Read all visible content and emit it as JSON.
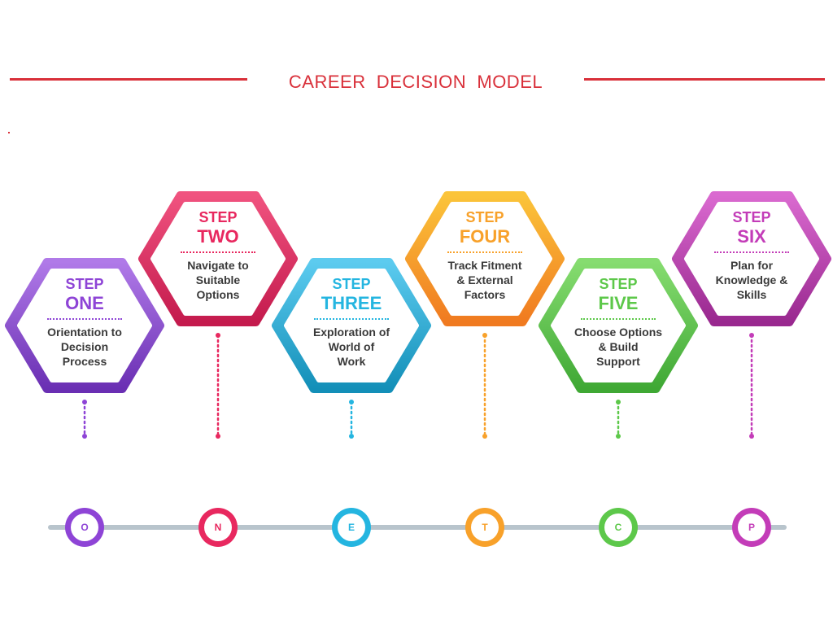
{
  "title": "CAREER  DECISION  MODEL",
  "colors": {
    "title": "#d9303a",
    "timeline": "#b8c4cc",
    "desc_text": "#3a3a3a"
  },
  "steps": [
    {
      "word": "STEP",
      "num": "ONE",
      "desc": [
        "Orientation to",
        "Decision",
        "Process"
      ],
      "letter": "O",
      "color_main": "#8e44d6",
      "color_dark": "#6a2fb3",
      "color_light": "#b07ae8"
    },
    {
      "word": "STEP",
      "num": "TWO",
      "desc": [
        "Navigate to",
        "Suitable",
        "Options"
      ],
      "letter": "N",
      "color_main": "#e8285f",
      "color_dark": "#c41a4d",
      "color_light": "#f0537f"
    },
    {
      "word": "STEP",
      "num": "THREE",
      "desc": [
        "Exploration of",
        "World of",
        "Work"
      ],
      "letter": "E",
      "color_main": "#24b5e0",
      "color_dark": "#138fb8",
      "color_light": "#5ccbef"
    },
    {
      "word": "STEP",
      "num": "FOUR",
      "desc": [
        "Track Fitment",
        "& External",
        "Factors"
      ],
      "letter": "T",
      "color_main": "#f8a12a",
      "color_dark": "#f07a20",
      "color_light": "#fbc43a"
    },
    {
      "word": "STEP",
      "num": "FIVE",
      "desc": [
        "Choose Options",
        "& Build",
        "Support"
      ],
      "letter": "C",
      "color_main": "#5dc84a",
      "color_dark": "#3fa834",
      "color_light": "#86dc70"
    },
    {
      "word": "STEP",
      "num": "SIX",
      "desc": [
        "Plan for",
        "Knowledge &",
        "Skills"
      ],
      "letter": "P",
      "color_main": "#c33cb8",
      "color_dark": "#99288f",
      "color_light": "#da6ad0"
    }
  ]
}
